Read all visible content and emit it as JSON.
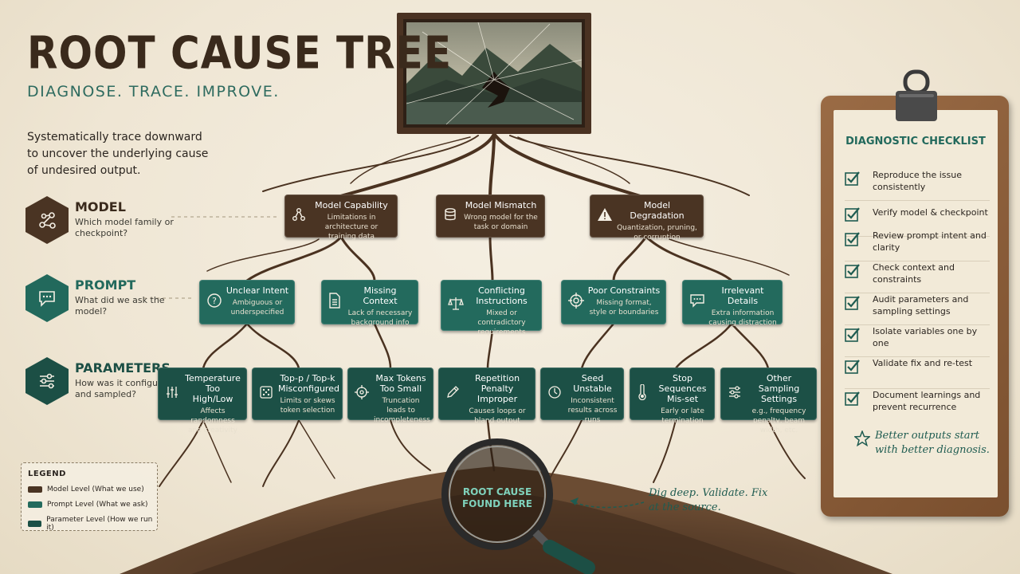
{
  "header": {
    "title": "ROOT CAUSE TREE",
    "subtitle": "DIAGNOSE. TRACE. IMPROVE.",
    "intro": "Systematically trace downward to uncover the underlying cause of undesired output."
  },
  "levels": [
    {
      "name": "MODEL",
      "question": "Which model family or checkpoint?"
    },
    {
      "name": "PROMPT",
      "question": "What did we ask the model?"
    },
    {
      "name": "PARAMETERS",
      "question": "How was it configured and sampled?"
    }
  ],
  "model_nodes": [
    {
      "title": "Model Capability",
      "desc": "Limitations in architecture or training data",
      "icon": "network-icon"
    },
    {
      "title": "Model Mismatch",
      "desc": "Wrong model for the task or domain",
      "icon": "database-icon"
    },
    {
      "title": "Model Degradation",
      "desc": "Quantization, pruning, or corruption",
      "icon": "warning-icon"
    }
  ],
  "prompt_nodes": [
    {
      "title": "Unclear Intent",
      "desc": "Ambiguous or underspecified",
      "icon": "question-icon"
    },
    {
      "title": "Missing Context",
      "desc": "Lack of necessary background info",
      "icon": "document-icon"
    },
    {
      "title": "Conflicting Instructions",
      "desc": "Mixed or contradictory requirements",
      "icon": "scale-icon"
    },
    {
      "title": "Poor Constraints",
      "desc": "Missing format, style or boundaries",
      "icon": "target-icon"
    },
    {
      "title": "Irrelevant Details",
      "desc": "Extra information causing distraction",
      "icon": "chat-icon"
    }
  ],
  "param_nodes": [
    {
      "title": "Temperature Too High/Low",
      "desc": "Affects randomness and creativity",
      "icon": "sliders-icon"
    },
    {
      "title": "Top-p / Top-k Misconfigured",
      "desc": "Limits or skews token selection",
      "icon": "dice-icon"
    },
    {
      "title": "Max Tokens Too Small",
      "desc": "Truncation leads to incompleteness",
      "icon": "crosshair-icon"
    },
    {
      "title": "Repetition Penalty Improper",
      "desc": "Causes loops or bland output",
      "icon": "pen-icon"
    },
    {
      "title": "Seed Unstable",
      "desc": "Inconsistent results across runs",
      "icon": "clock-icon"
    },
    {
      "title": "Stop Sequences Mis-set",
      "desc": "Early or late termination",
      "icon": "thermometer-icon"
    },
    {
      "title": "Other Sampling Settings",
      "desc": "e.g., frequency penalty, beam width, etc.",
      "icon": "sliders-icon"
    }
  ],
  "legend": {
    "title": "LEGEND",
    "items": [
      {
        "label": "Model Level (What we use)",
        "color": "#4a3423"
      },
      {
        "label": "Prompt Level (What we ask)",
        "color": "#236a5d"
      },
      {
        "label": "Parameter Level (How we run it)",
        "color": "#1c5046"
      }
    ]
  },
  "magnifier": {
    "text": "ROOT CAUSE FOUND HERE"
  },
  "dig_note": "Dig deep. Validate. Fix at the source.",
  "checklist": {
    "title": "DIAGNOSTIC CHECKLIST",
    "items": [
      "Reproduce the issue consistently",
      "Verify model & checkpoint",
      "Review prompt intent and clarity",
      "Check context and constraints",
      "Audit parameters and sampling settings",
      "Isolate variables one by one",
      "Validate fix and re-test",
      "Document learnings and prevent recurrence"
    ],
    "tagline": "Better outputs start with better diagnosis."
  },
  "colors": {
    "brown": "#4a3423",
    "teal": "#236a5d",
    "dark_teal": "#1c5046",
    "accent": "#2e6b5f"
  }
}
